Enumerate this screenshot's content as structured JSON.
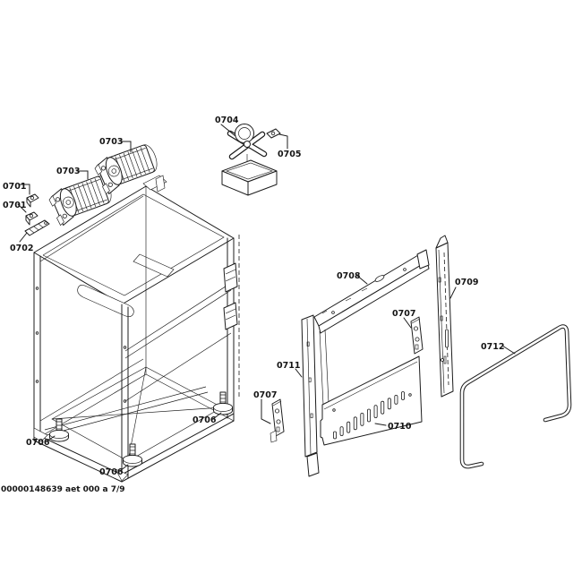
{
  "page": {
    "background": "#ffffff",
    "line_color": "#1c1c1c",
    "footer": "00000148639 aet 000 a 7/9"
  },
  "callouts": [
    {
      "text": "0701"
    },
    {
      "text": "0701"
    },
    {
      "text": "0702"
    },
    {
      "text": "0703"
    },
    {
      "text": "0703"
    },
    {
      "text": "0704"
    },
    {
      "text": "0705"
    },
    {
      "text": "0706"
    },
    {
      "text": "0706"
    },
    {
      "text": "0706"
    },
    {
      "text": "0707"
    },
    {
      "text": "0707"
    },
    {
      "text": "0708"
    },
    {
      "text": "0709"
    },
    {
      "text": "0710"
    },
    {
      "text": "0711"
    },
    {
      "text": "0712"
    }
  ]
}
